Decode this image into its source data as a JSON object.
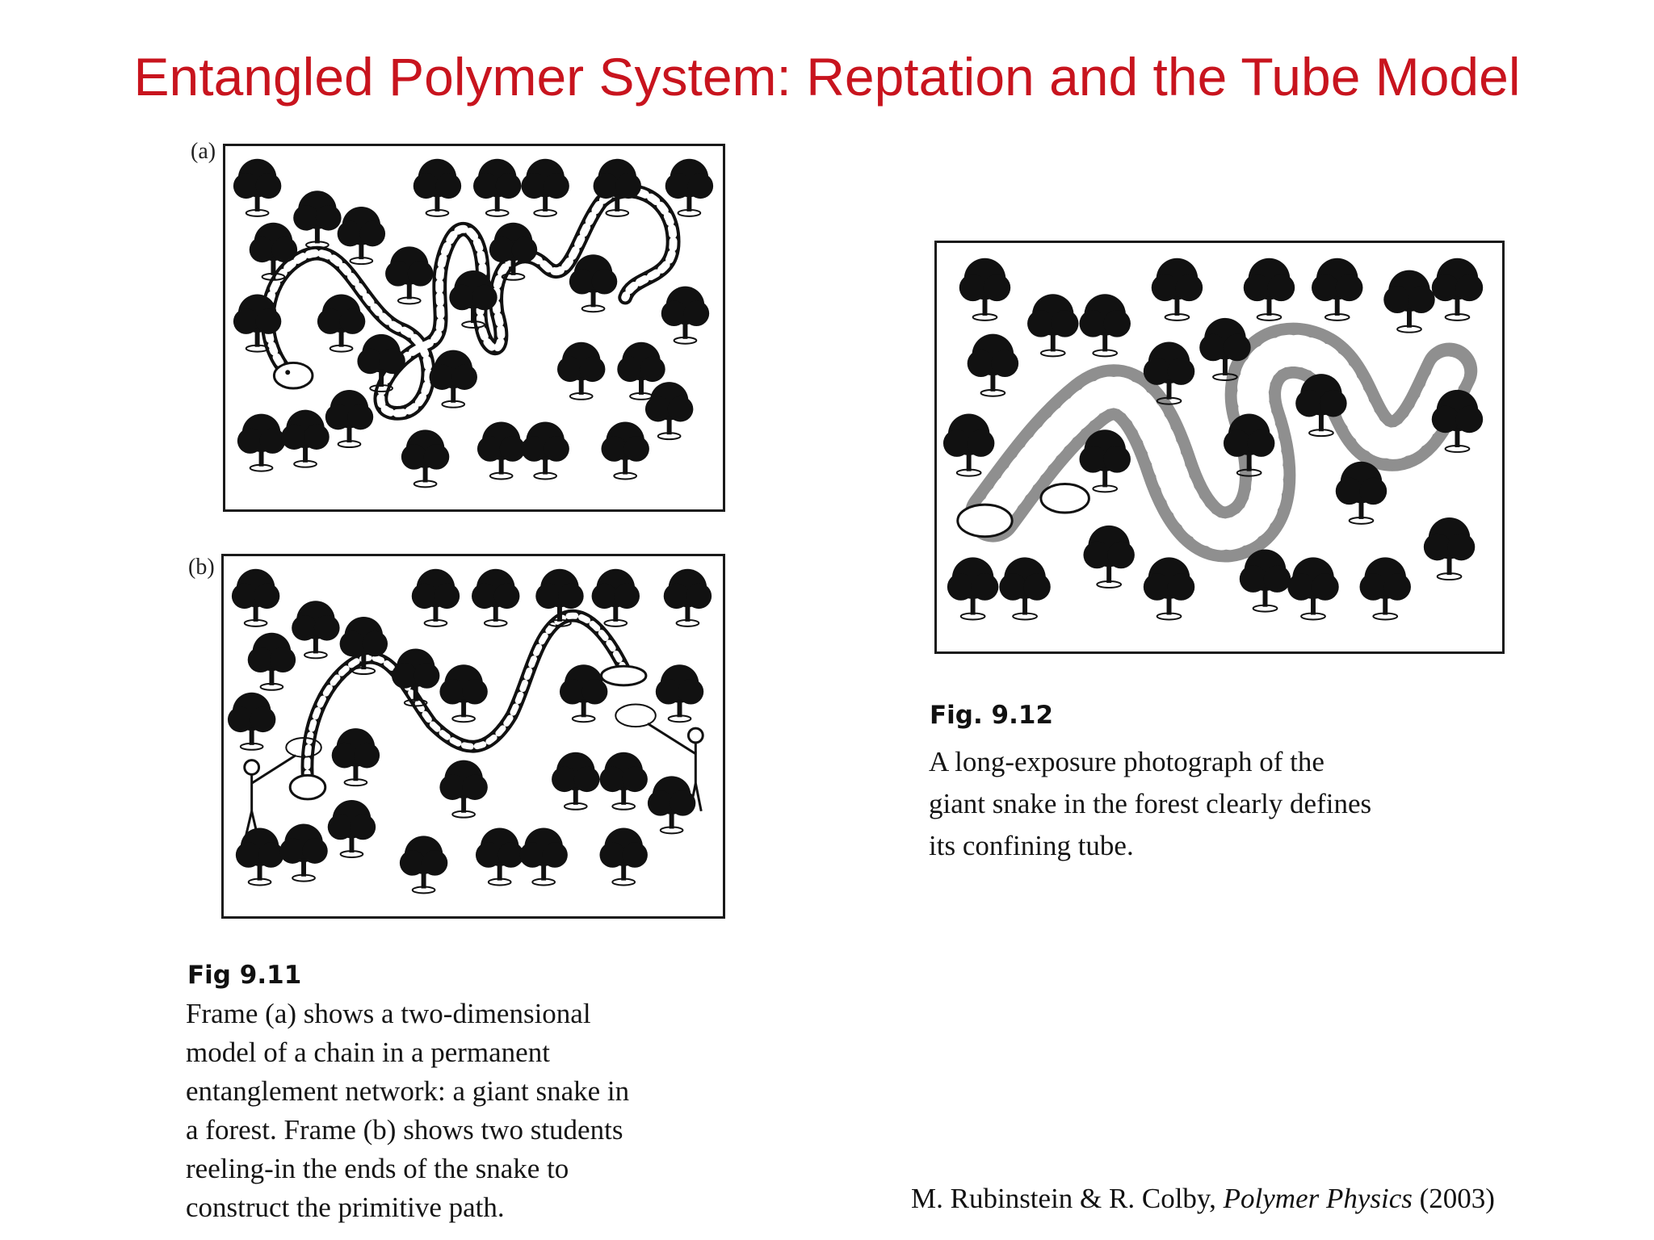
{
  "slide": {
    "title": "Entangled Polymer System: Reptation and the Tube Model"
  },
  "fig_9_11": {
    "label_a": "(a)",
    "label_b": "(b)",
    "heading": "Fig 9.11",
    "caption_lines": [
      "Frame (a) shows a two-dimensional",
      "model of a chain in a permanent",
      "entanglement network: a giant snake in",
      "a forest. Frame (b) shows two students",
      "reeling-in the ends of the snake to",
      "construct the primitive path."
    ]
  },
  "fig_9_12": {
    "heading": "Fig. 9.12",
    "caption_lines": [
      "A long-exposure photograph of the",
      "giant snake in the forest clearly defines",
      "its confining tube."
    ]
  },
  "citation": {
    "authors": "M. Rubinstein & R. Colby,",
    "book": "Polymer Physics",
    "year": "(2003)"
  },
  "colors": {
    "title": "#c8141e",
    "ink": "#111111"
  },
  "icons": [
    "tree-icon",
    "snake-icon",
    "student-icon"
  ]
}
